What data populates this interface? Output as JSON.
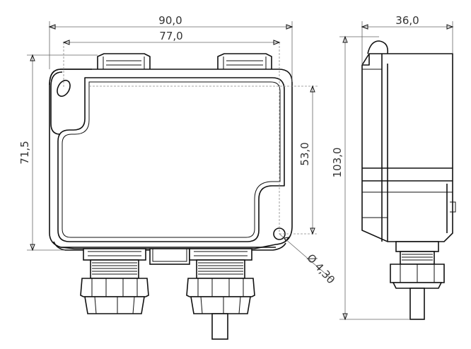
{
  "dimensions": {
    "overall_width": "90,0",
    "hole_spacing": "77,0",
    "body_height": "71,5",
    "inner_height": "53,0",
    "total_height": "103,0",
    "depth": "36,0",
    "hole_diameter": "Ø 4,30"
  }
}
